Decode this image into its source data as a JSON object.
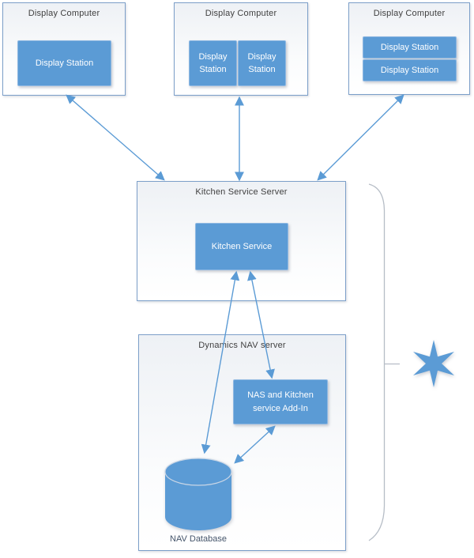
{
  "diagram": {
    "display_computers": [
      {
        "title": "Display Computer",
        "stations": [
          "Display Station"
        ]
      },
      {
        "title": "Display Computer",
        "stations": [
          "Display Station",
          "Display Station"
        ]
      },
      {
        "title": "Display Computer",
        "stations": [
          "Display Station",
          "Display Station"
        ]
      }
    ],
    "kitchen_server": {
      "title": "Kitchen Service Server",
      "service_label": "Kitchen Service"
    },
    "nav_server": {
      "title": "Dynamics NAV server",
      "addin_label": "NAS and Kitchen service Add-In",
      "database_label": "NAV Database"
    },
    "colors": {
      "accent_blue": "#5B9BD5",
      "arrow_blue": "#5B9BD5",
      "box_border_blue": "#7C9FC9",
      "brace_gray": "#B6BDC6",
      "title_text": "#404040",
      "label_text": "#44546A",
      "cylinder_rim": "#C9D6E6"
    }
  }
}
